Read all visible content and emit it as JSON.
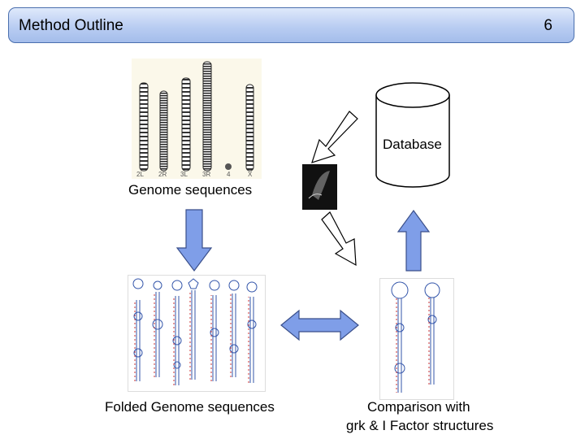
{
  "header": {
    "title": "Method Outline",
    "slide_number": "6"
  },
  "chromosome_labels": [
    "2L",
    "2R",
    "3L",
    "3R",
    "4",
    "X"
  ],
  "labels": {
    "genome": "Genome sequences",
    "database": "Database",
    "folded": "Folded Genome sequences",
    "comparison_line1": "Comparison with",
    "comparison_line2": "grk & I Factor structures"
  },
  "colors": {
    "header_fill": "#b9cdf2",
    "arrow_blue": "#7f9ee8",
    "arrow_outline": "#3a4f8a",
    "image_bg": "#fbf8ea"
  }
}
